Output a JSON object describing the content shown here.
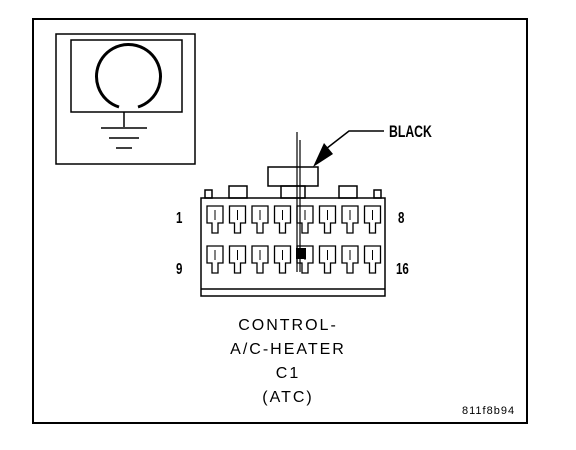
{
  "wire": {
    "color_label": "BLACK"
  },
  "connector": {
    "pins": {
      "top_left": "1",
      "top_right": "8",
      "bottom_left": "9",
      "bottom_right": "16"
    },
    "caption_lines": [
      "CONTROL-",
      "A/C-HEATER",
      "C1",
      "(ATC)"
    ]
  },
  "figure_code": "811f8b94",
  "icon": "ground-symbol-icon",
  "colors": {
    "ink": "#000000",
    "background": "#ffffff"
  }
}
